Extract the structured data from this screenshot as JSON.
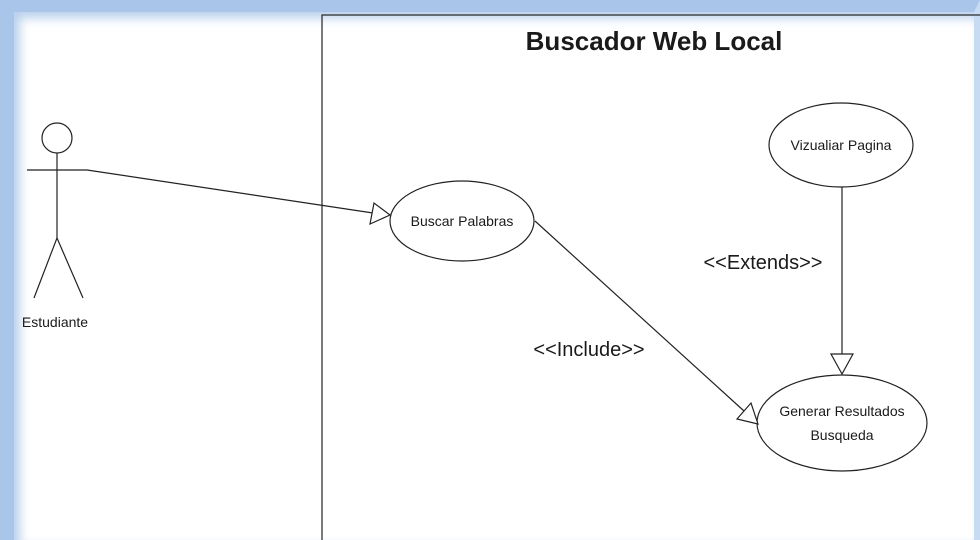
{
  "diagram": {
    "system_title": "Buscador Web Local",
    "actor": {
      "name": "Estudiante",
      "icon": "stick-figure-icon"
    },
    "use_cases": {
      "buscar": "Buscar Palabras",
      "vizualiar": "Vizualiar Pagina",
      "generar_line1": "Generar Resultados",
      "generar_line2": "Busqueda"
    },
    "relations": {
      "include": "<<Include>>",
      "extends": "<<Extends>>"
    }
  },
  "colors": {
    "frame_border": "#a9c6ea",
    "line": "#111111",
    "background": "#ffffff"
  }
}
